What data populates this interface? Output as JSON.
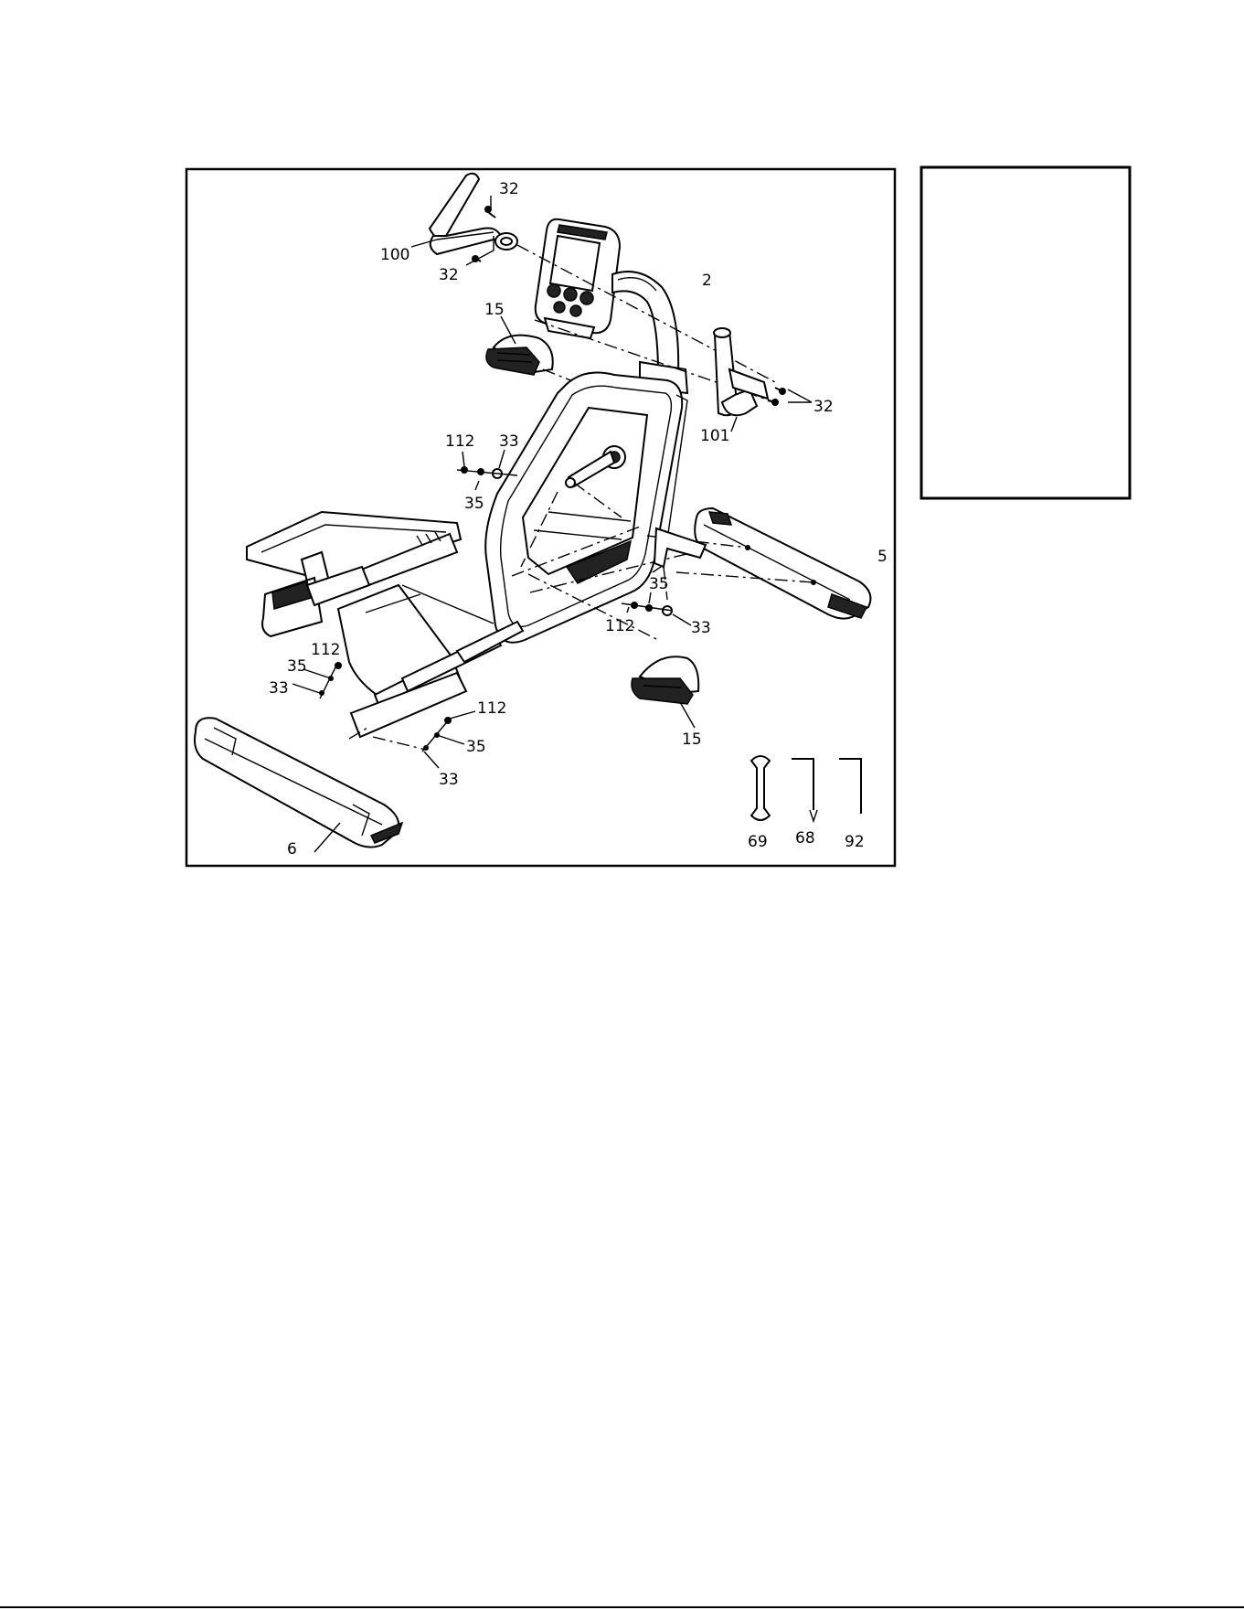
{
  "labels": {
    "p32_top": "32",
    "p100": "100",
    "p32_left": "32",
    "p2": "2",
    "p15_top": "15",
    "p32_right": "32",
    "p101": "101",
    "p112_a": "112",
    "p33_a": "33",
    "p35_a": "35",
    "p5": "5",
    "p35_b": "35",
    "p112_b": "112",
    "p33_b": "33",
    "p112_c": "112",
    "p35_c": "35",
    "p33_c": "33",
    "p112_d": "112",
    "p35_d": "35",
    "p33_d": "33",
    "p15_bottom": "15",
    "p6": "6",
    "tool69": "69",
    "tool68": "68",
    "tool92": "92"
  }
}
